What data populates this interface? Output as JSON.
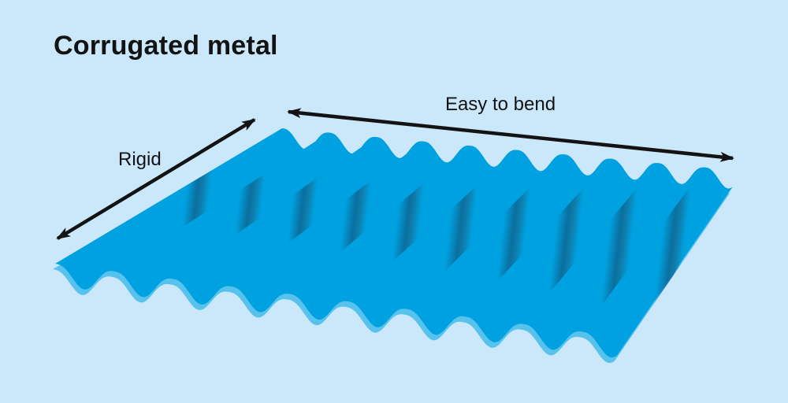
{
  "title": "Corrugated metal",
  "diagram": {
    "type": "corrugated-metal-sheet-illustration",
    "labels": {
      "rigid": "Rigid",
      "easy_to_bend": "Easy to bend"
    },
    "colors": {
      "background": "#cbe8fa",
      "sheet_bright": "#00a1e0",
      "sheet_shadow": "#0b6f9e",
      "sheet_shadow_soft": "#0f7dad",
      "sheet_edge_light": "#57c2ec",
      "sheet_edge_dark": "#1779a8",
      "arrow": "#131313",
      "text": "#131313"
    }
  }
}
